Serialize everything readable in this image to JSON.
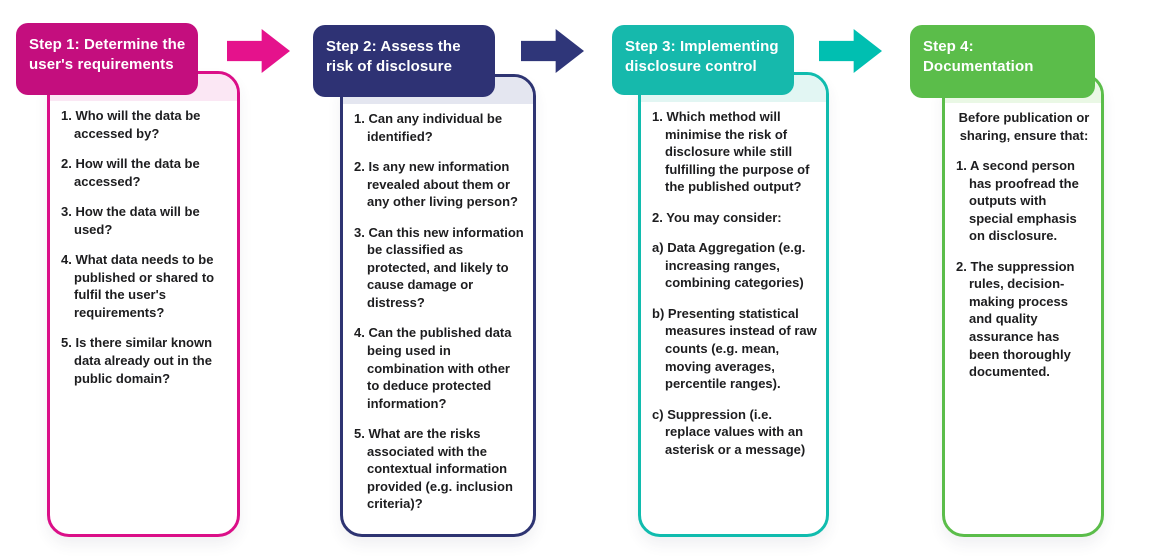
{
  "steps": [
    {
      "title": "Step 1: Determine the user's requirements",
      "colors": {
        "header": "#C40E7E",
        "border": "#DB0F88",
        "arrow": "#E5128C",
        "tint": "#FBE7F4"
      },
      "items": [
        {
          "prefix": "1.",
          "text": "Who will the data be accessed by?"
        },
        {
          "prefix": "2.",
          "text": "How will the data be accessed?"
        },
        {
          "prefix": "3.",
          "text": "How the data will be used?"
        },
        {
          "prefix": "4.",
          "text": "What data needs to be published or shared to fulfil the user's requirements?"
        },
        {
          "prefix": "5.",
          "text": "Is there similar known data already out in the public domain?"
        }
      ]
    },
    {
      "title": "Step 2: Assess the risk of disclosure",
      "colors": {
        "header": "#2E3274",
        "border": "#2E3472",
        "arrow": "#2F3679",
        "tint": "#E4E6F0"
      },
      "items": [
        {
          "prefix": "1.",
          "text": "Can any individual be identified?"
        },
        {
          "prefix": "2.",
          "text": "Is any new information revealed about them or any other living person?"
        },
        {
          "prefix": "3.",
          "text": "Can this new information be classified as protected, and likely to cause damage or distress?"
        },
        {
          "prefix": "4.",
          "text": "Can the published data being used in combination with other to deduce protected information?"
        },
        {
          "prefix": "5.",
          "text": "What are the risks associated with the contextual information provided (e.g. inclusion criteria)?"
        }
      ]
    },
    {
      "title": "Step 3: Implementing disclosure control",
      "colors": {
        "header": "#16B9AC",
        "border": "#10BCAE",
        "arrow": "#00BFB1",
        "tint": "#E2F6F3"
      },
      "items": [
        {
          "prefix": "1.",
          "text": "Which method will minimise the risk of disclosure while still fulfilling the purpose of the published output?"
        },
        {
          "prefix": "2.",
          "text": "You may consider:"
        },
        {
          "prefix": "a)",
          "text": "Data Aggregation (e.g. increasing ranges, combining categories)"
        },
        {
          "prefix": "b)",
          "text": "Presenting statistical measures instead of raw counts (e.g. mean, moving averages, percentile ranges)."
        },
        {
          "prefix": "c)",
          "text": "Suppression (i.e. replace values with an asterisk or a message)"
        }
      ]
    },
    {
      "title": "Step 4: Documentation",
      "colors": {
        "header": "#5BBD4A",
        "border": "#5BBD4A",
        "arrow": "#5BBD4A",
        "tint": "#EAF8E5"
      },
      "intro": "Before publication or sharing, ensure that:",
      "items": [
        {
          "prefix": "1.",
          "text": "A second person has proofread the outputs with special emphasis on disclosure."
        },
        {
          "prefix": "2.",
          "text": "The suppression rules, decision-making process and quality assurance has been thoroughly documented."
        }
      ]
    }
  ]
}
